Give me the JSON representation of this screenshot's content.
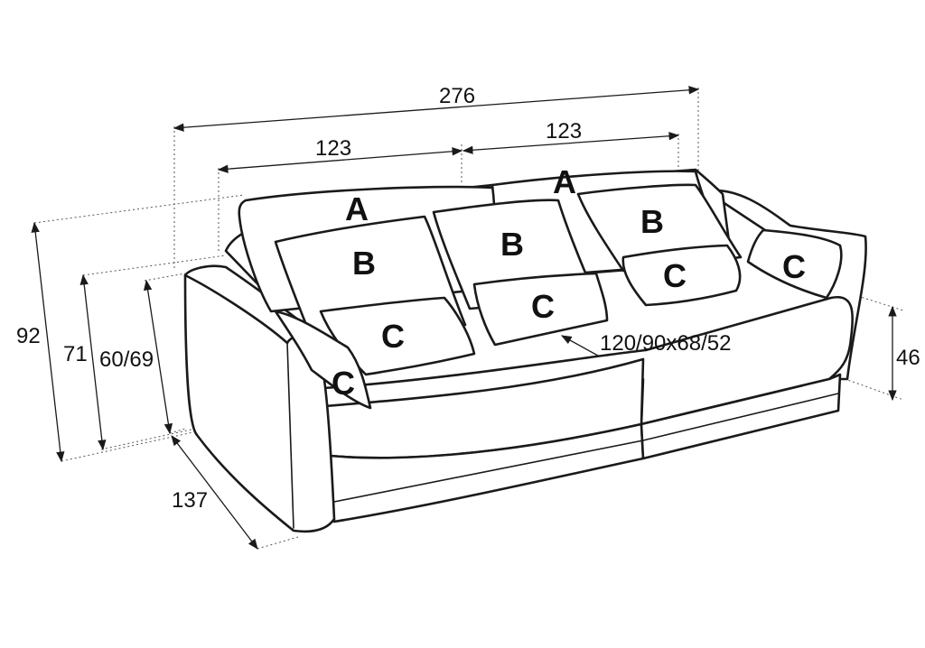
{
  "colors": {
    "line": "#1a1a1a",
    "background": "#ffffff"
  },
  "dimensions": {
    "total_width": "276",
    "module_left": "123",
    "module_right": "123",
    "height_total": "92",
    "height_arm": "71",
    "height_back": "60/69",
    "depth": "137",
    "seat_height": "46",
    "bed_size": "120/90x68/52"
  },
  "cushion_labels": {
    "a_left": "A",
    "a_right": "A",
    "b_left": "B",
    "b_mid": "B",
    "b_right": "B",
    "c_left": "C",
    "c_mid": "C",
    "c_right": "C",
    "c_armleft": "C",
    "c_armright": "C"
  }
}
